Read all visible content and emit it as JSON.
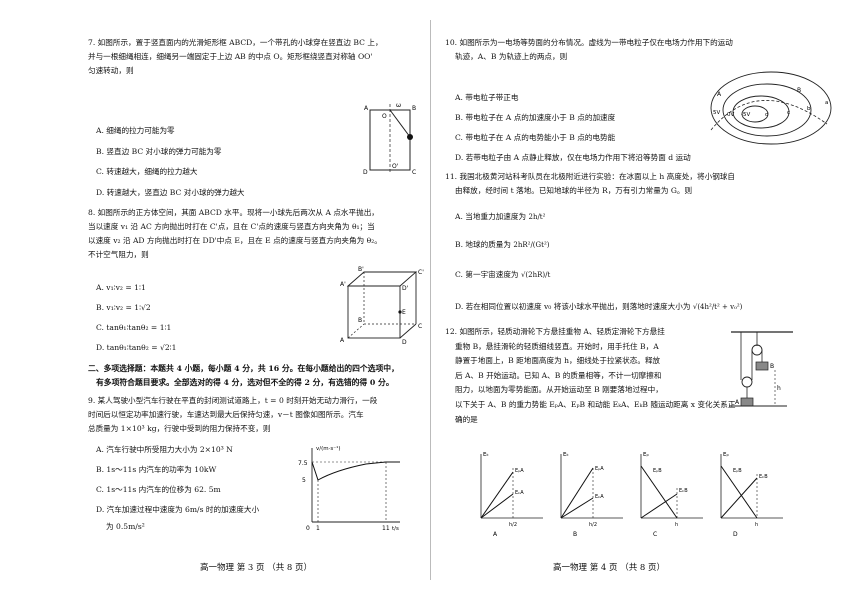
{
  "left": {
    "q7": {
      "stem": [
        "7.  如图所示，置于竖直面内的光滑矩形框 ABCD，一个带孔的小球穿在竖直边 BC 上，",
        "并与一根细绳相连，细绳另一端固定于上边 AB 的中点 O。矩形框绕竖直对称轴 OO'",
        "匀速转动，则"
      ],
      "options": [
        "A.  细绳的拉力可能为零",
        "B.  竖直边 BC 对小球的弹力可能为零",
        "C.  转速越大，细绳的拉力越大",
        "D.  转速越大，竖直边 BC 对小球的弹力越大"
      ],
      "fig_labels": [
        "A",
        "O",
        "ω",
        "B",
        "C",
        "D",
        "O'"
      ]
    },
    "q8": {
      "stem": [
        "8.  如图所示的正方体空间，其面 ABCD 水平。现将一小球先后两次从 A 点水平抛出，",
        "当以速度 v₁ 沿 AC 方向抛出时打在 C'点，且在 C'点的速度与竖直方向夹角为 θ₁；当",
        "以速度 v₂ 沿 AD 方向抛出时打在 DD'中点 E，且在 E 点的速度与竖直方向夹角为 θ₂。",
        "不计空气阻力，则"
      ],
      "options": [
        "A.  v₁∶v₂ = 1∶1",
        "B.  v₁∶v₂ = 1∶√2",
        "C.  tanθ₁∶tanθ₂ = 1∶1",
        "D.  tanθ₁∶tanθ₂ = √2∶1"
      ],
      "fig_labels": [
        "A'",
        "B'",
        "C'",
        "D'",
        "A",
        "B",
        "C",
        "D",
        "E"
      ]
    },
    "sec2": [
      "二、多项选择题：本题共 4 小题，每小题 4 分，共 16 分。在每小题给出的四个选项中，",
      "有多项符合题目要求。全部选对的得 4 分，选对但不全的得 2 分，有选错的得 0 分。"
    ],
    "q9": {
      "stem": [
        "9.  某人驾驶小型汽车行驶在平直的封闭测试道路上，t = 0 时刻开始无动力滑行，一段",
        "时间后以恒定功率加速行驶，车速达到最大后保持匀速，v－t 图像如图所示。汽车",
        "总质量为 1×10³ kg，行驶中受到的阻力保持不变，则"
      ],
      "options": [
        "A.  汽车行驶中所受阻力大小为 2×10³ N",
        "B.  1s～11s 内汽车的功率为 10kW",
        "C.  1s～11s 内汽车的位移为 62. 5m",
        "D.  汽车加速过程中速度为 6m/s 时的加速度大小"
      ],
      "opt_d_cont": "为 0.5m/s²",
      "fig": {
        "ylabel": "v/(m·s⁻¹)",
        "xlabel": "t/s",
        "y_ticks": [
          "7.5",
          "5"
        ],
        "x_ticks": [
          "0",
          "1",
          "11"
        ]
      }
    },
    "footer": "高一物理 第 3 页 （共 8 页）"
  },
  "right": {
    "q10": {
      "stem": [
        "10.  如图所示为一电场等势面的分布情况。虚线为一带电粒子仅在电场力作用下的运动",
        "轨迹，A、B 为轨迹上的两点，则"
      ],
      "options": [
        "A.  带电粒子带正电",
        "B.  带电粒子在 A 点的加速度小于 B 点的加速度",
        "C.  带电粒子在 A 点的电势能小于 B 点的电势能",
        "D.  若带电粒子由 A 点静止释放，仅在电场力作用下将沿等势面 d 运动"
      ],
      "fig_labels": [
        "5V",
        "0V",
        "-5V",
        "A",
        "B",
        "a",
        "b",
        "c",
        "d"
      ]
    },
    "q11": {
      "stem": [
        "11.  我国北极黄河站科考队员在北极附近进行实验：在冰面以上 h 高度处，将小钢球自",
        "由释放，经时间 t 落地。已知地球的半径为 R，万有引力常量为 G。则"
      ],
      "options": [
        "A.  当地重力加速度为",
        "B.  地球的质量为",
        "C.  第一宇宙速度为",
        "D.  若在相同位置以初速度 v₀ 将该小球水平抛出，则落地时速度大小为"
      ],
      "formulas": [
        "2h/t²",
        "2hR²/(Gt²)",
        "√(2hR)/t",
        "√(4h²/t² + v₀²)"
      ]
    },
    "q12": {
      "stem": [
        "12.  如图所示，轻质动滑轮下方悬挂重物 A、轻质定滑轮下方悬挂",
        "重物 B，悬挂滑轮的轻质细线竖直。开始时，用手托住 B，A",
        "静置于地面上，B 距地面高度为 h，细线处于拉紧状态。释放",
        "后 A、B 开始运动。已知 A、B 的质量相等，不计一切摩擦和",
        "阻力，以地面为零势能面。从开始运动至 B 刚要落地过程中，",
        "以下关于 A、B 的重力势能 EₚA、EₚB 和动能 EₖA、EₖB 随运动距离 x 变化关系正",
        "确的是"
      ],
      "graphs": [
        {
          "letter": "A",
          "ylabel": "Eₖ",
          "lines": [
            "EₚA",
            "EₖA"
          ],
          "tick": "h/2"
        },
        {
          "letter": "B",
          "ylabel": "Eₖ",
          "lines": [
            "EₚA",
            "EₖA"
          ],
          "tick": "h/2"
        },
        {
          "letter": "C",
          "ylabel": "Eₚ",
          "lines": [
            "EₚB",
            "EₖB"
          ],
          "tick": "h"
        },
        {
          "letter": "D",
          "ylabel": "Eₚ",
          "lines": [
            "EₚB",
            "EₖB"
          ],
          "tick": "h"
        }
      ],
      "fig_labels": [
        "A",
        "B",
        "h"
      ]
    },
    "footer": "高一物理 第 4 页 （共 8 页）"
  }
}
